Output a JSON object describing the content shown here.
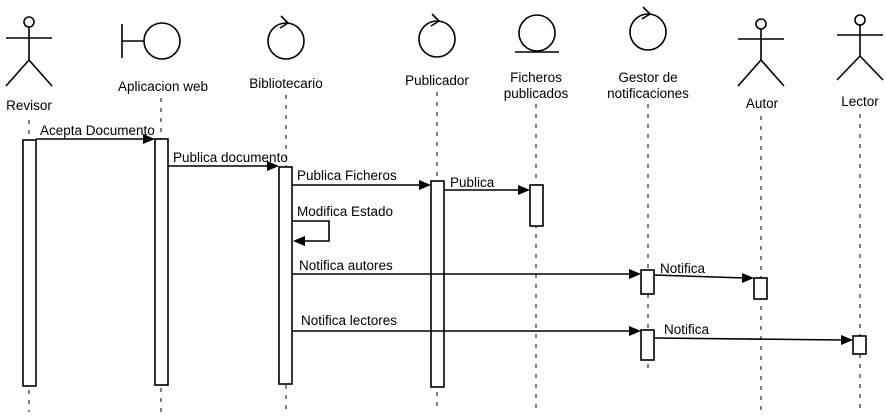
{
  "diagram": {
    "type": "sequence",
    "participants": [
      {
        "id": "revisor",
        "kind": "actor",
        "label": [
          "Revisor"
        ]
      },
      {
        "id": "app",
        "kind": "boundary",
        "label": [
          "Aplicacion web"
        ]
      },
      {
        "id": "bib",
        "kind": "control",
        "label": [
          "Bibliotecario"
        ]
      },
      {
        "id": "pub",
        "kind": "control",
        "label": [
          "Publicador"
        ]
      },
      {
        "id": "fich",
        "kind": "entity",
        "label": [
          "Ficheros",
          "publicados"
        ]
      },
      {
        "id": "gestor",
        "kind": "control",
        "label": [
          "Gestor de",
          "notificaciones"
        ]
      },
      {
        "id": "autor",
        "kind": "actor",
        "label": [
          "Autor"
        ]
      },
      {
        "id": "lector",
        "kind": "actor",
        "label": [
          "Lector"
        ]
      }
    ],
    "messages": [
      {
        "from": "revisor",
        "to": "app",
        "label": "Acepta Documento"
      },
      {
        "from": "app",
        "to": "bib",
        "label": "Publica documento"
      },
      {
        "from": "bib",
        "to": "pub",
        "label": "Publica Ficheros"
      },
      {
        "from": "pub",
        "to": "fich",
        "label": "Publica"
      },
      {
        "from": "bib",
        "to": "bib",
        "label": "Modifica Estado"
      },
      {
        "from": "bib",
        "to": "gestor",
        "label": "Notifica autores"
      },
      {
        "from": "gestor",
        "to": "autor",
        "label": "Notifica"
      },
      {
        "from": "bib",
        "to": "gestor",
        "label": "Notifica lectores"
      },
      {
        "from": "gestor",
        "to": "lector",
        "label": "Notifica"
      }
    ]
  }
}
